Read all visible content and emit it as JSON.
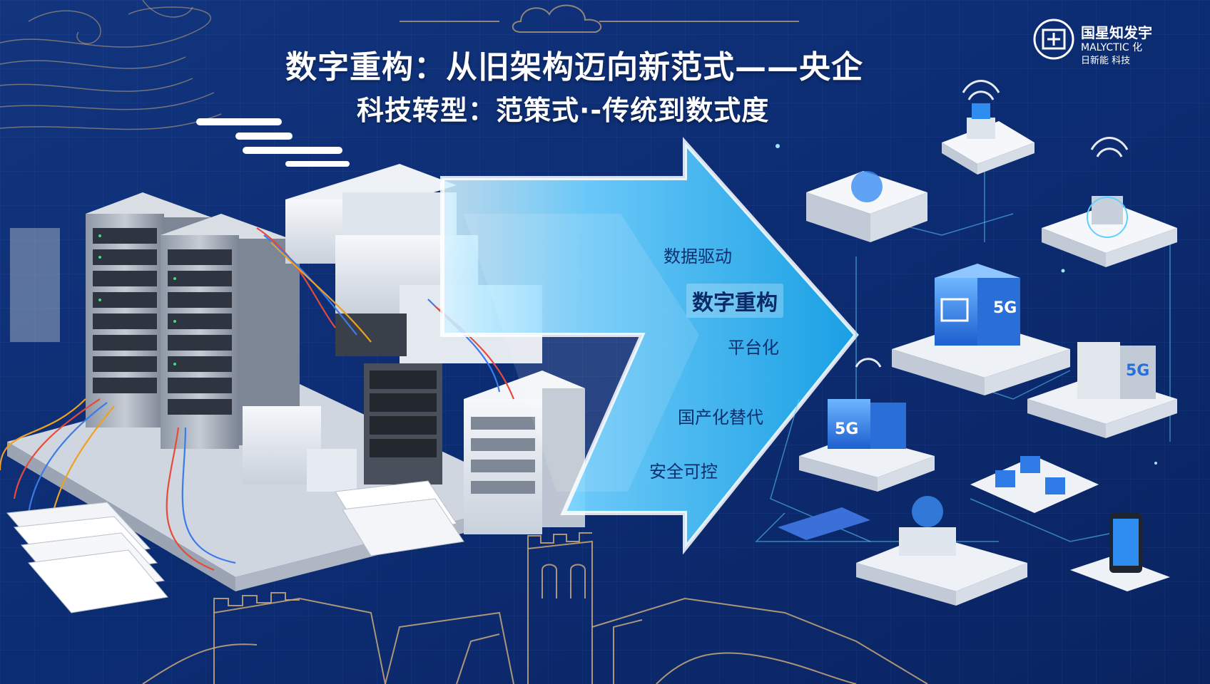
{
  "title": {
    "line1": "数字重构：从旧架构迈向新范式——央企",
    "line2": "科技转型：范策式·-传统到数式度"
  },
  "logo": {
    "line1": "国星知发宇",
    "line2": "MALYCTIC 化",
    "line3": "日新能 科技"
  },
  "arrow": {
    "labels": [
      "数据驱动",
      "数字重构",
      "平台化",
      "国产化替代",
      "安全可控"
    ]
  },
  "badges": {
    "center": "5G",
    "right": "5G",
    "bottom_left": "5G"
  },
  "colors": {
    "background": "#0b2a6e",
    "arrow": "#2fb3ee",
    "accent": "#5fd0ff"
  }
}
